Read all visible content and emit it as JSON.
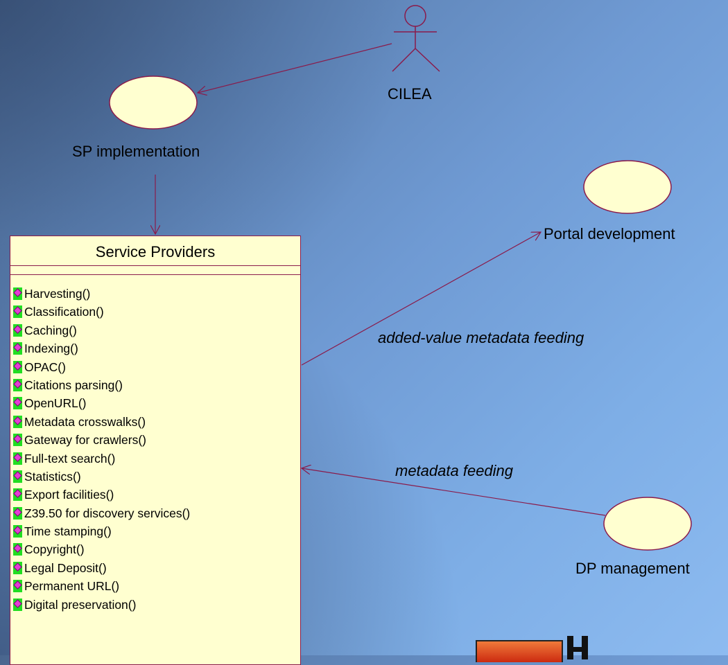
{
  "actor": {
    "name": "CILEA"
  },
  "use_cases": {
    "sp_implementation": "SP implementation",
    "portal_development": "Portal development",
    "dp_management": "DP management"
  },
  "relations": {
    "added_value_feeding": "added-value metadata feeding",
    "metadata_feeding": "metadata feeding"
  },
  "class": {
    "name": "Service Providers",
    "operations": [
      "Harvesting()",
      "Classification()",
      "Caching()",
      "Indexing()",
      "OPAC()",
      "Citations parsing()",
      "OpenURL()",
      "Metadata crosswalks()",
      "Gateway for crawlers()",
      "Full-text search()",
      "Statistics()",
      "Export facilities()",
      "Z39.50 for discovery services()",
      "Time stamping()",
      "Copyright()",
      "Legal Deposit()",
      "Permanent URL()",
      "Digital preservation()"
    ]
  },
  "colors": {
    "line": "#8a1a4a",
    "shape_fill": "#ffffd0",
    "op_icon_green": "#22dd22",
    "op_icon_magenta": "#e53ad6"
  },
  "icons": [
    "actor-stick-figure-icon",
    "operation-icon",
    "logo"
  ]
}
